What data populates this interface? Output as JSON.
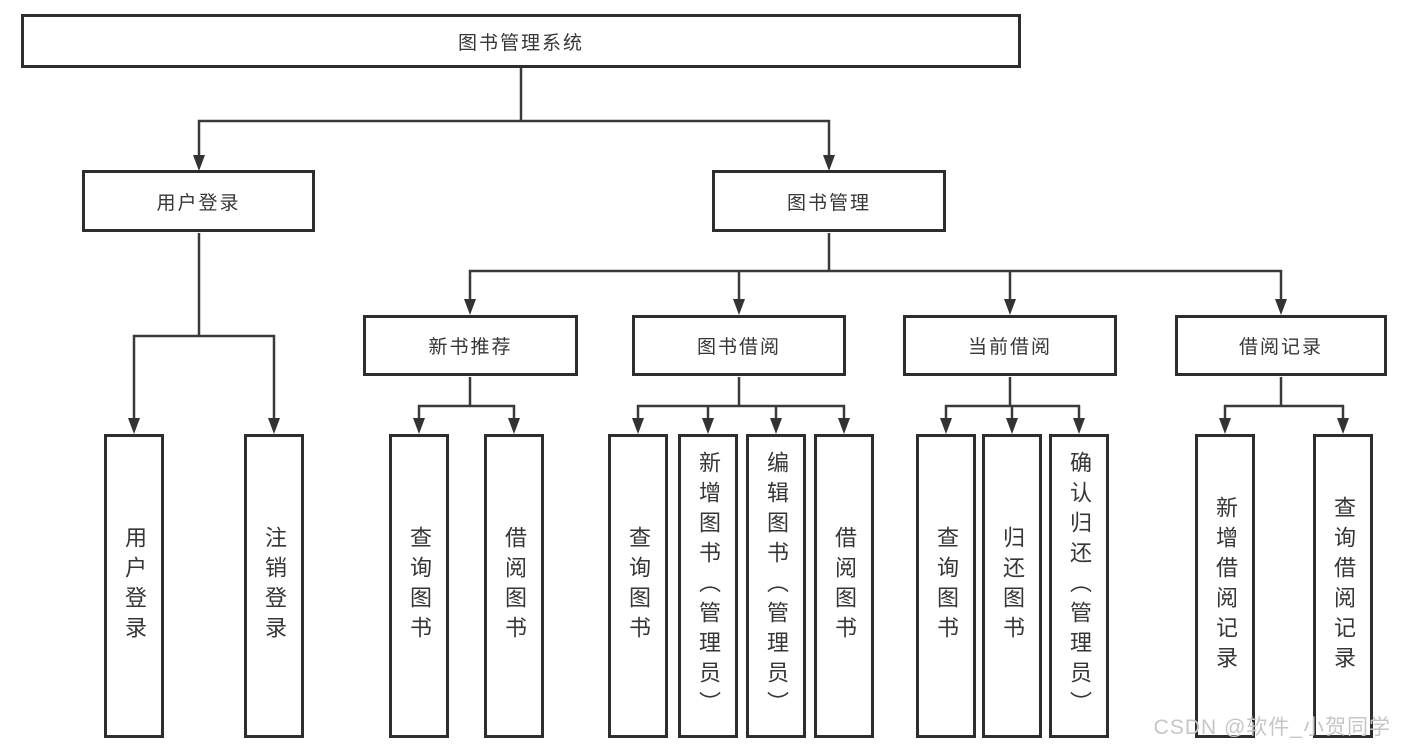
{
  "diagram": {
    "tree": {
      "root": {
        "label": "图书管理系统"
      },
      "branches": [
        {
          "label": "用户登录",
          "children": [
            {
              "label": "用户登录"
            },
            {
              "label": "注销登录"
            }
          ]
        },
        {
          "label": "图书管理",
          "groups": [
            {
              "label": "新书推荐",
              "children": [
                {
                  "label": "查询图书"
                },
                {
                  "label": "借阅图书"
                }
              ]
            },
            {
              "label": "图书借阅",
              "children": [
                {
                  "label": "查询图书"
                },
                {
                  "label": "新增图书（管理员）"
                },
                {
                  "label": "编辑图书（管理员）"
                },
                {
                  "label": "借阅图书"
                }
              ]
            },
            {
              "label": "当前借阅",
              "children": [
                {
                  "label": "查询图书"
                },
                {
                  "label": "归还图书"
                },
                {
                  "label": "确认归还（管理员）"
                }
              ]
            },
            {
              "label": "借阅记录",
              "children": [
                {
                  "label": "新增借阅记录"
                },
                {
                  "label": "查询借阅记录"
                }
              ]
            }
          ]
        }
      ]
    },
    "colors": {
      "border": "#2d2d2d",
      "line": "#3a3a3a",
      "text": "#363636",
      "watermark": "#c5c6c8"
    },
    "watermark": "CSDN @软件_小贺同学"
  }
}
